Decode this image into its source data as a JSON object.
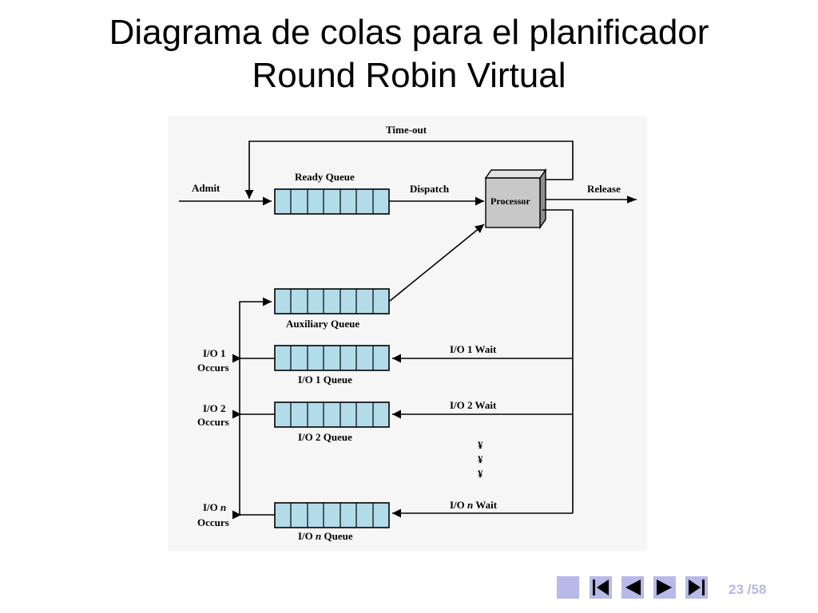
{
  "slide": {
    "title_line1": "Diagrama de colas para el planificador",
    "title_line2": "Round Robin Virtual"
  },
  "diagram": {
    "labels": {
      "time_out": "Time-out",
      "ready_queue": "Ready Queue",
      "admit": "Admit",
      "dispatch": "Dispatch",
      "processor": "Processor",
      "release": "Release",
      "auxiliary_queue": "Auxiliary Queue",
      "io1_occurs_1": "I/O 1",
      "io1_occurs_2": "Occurs",
      "io1_queue": "I/O 1 Queue",
      "io1_wait": "I/O 1 Wait",
      "io2_occurs_1": "I/O 2",
      "io2_occurs_2": "Occurs",
      "io2_queue": "I/O 2 Queue",
      "io2_wait": "I/O 2 Wait",
      "ellipsis": "¥",
      "ion_occurs_1_pre": "I/O ",
      "ion_occurs_1_n": "n",
      "ion_occurs_2": "Occurs",
      "ion_queue_pre": "I/O ",
      "ion_queue_n": "n",
      "ion_queue_post": " Queue",
      "ion_wait_pre": "I/O ",
      "ion_wait_n": "n",
      "ion_wait_post": " Wait"
    },
    "colors": {
      "queue_fill": "#b3dcea",
      "processor_fill": "#c8c8c8",
      "line": "#000000"
    }
  },
  "navigation": {
    "current_page": "23",
    "total_pages": "/58",
    "colors": {
      "button": "#b7b9e8",
      "counter": "#b5b8e6"
    }
  }
}
